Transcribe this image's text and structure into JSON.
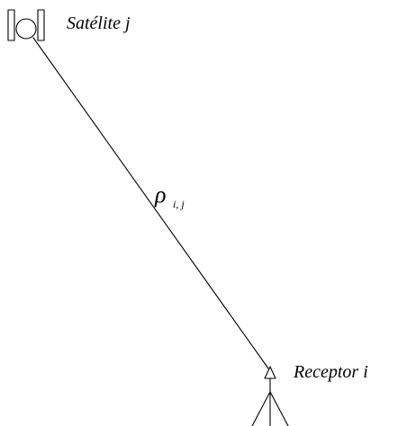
{
  "satellite": {
    "label": "Satélite j"
  },
  "receiver": {
    "label": "Receptor i"
  },
  "range": {
    "symbol": "ρ",
    "subscript": "i, j"
  },
  "colors": {
    "ink": "#000000",
    "background": "#ffffff"
  },
  "icons": {
    "satellite": "satellite-icon",
    "receiver": "tripod-receiver-icon"
  }
}
